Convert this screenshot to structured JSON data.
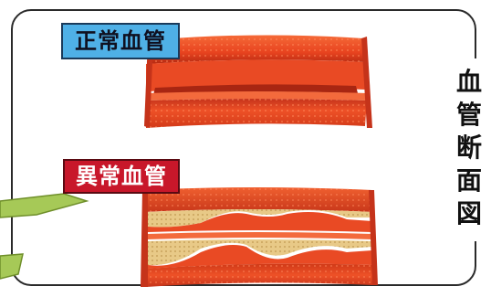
{
  "labels": {
    "normal_vessel": "正常血管",
    "abnormal_vessel": "異常血管"
  },
  "side_title": [
    "血",
    "管",
    "断",
    "面",
    "図"
  ],
  "colors": {
    "vessel_red": "#e8431f",
    "vessel_dark": "#b52a12",
    "plaque": "#e8c987",
    "normal_label_bg": "#4fb0e6",
    "abnormal_label_bg": "#c8172a",
    "callout_green": "#a6c957"
  }
}
